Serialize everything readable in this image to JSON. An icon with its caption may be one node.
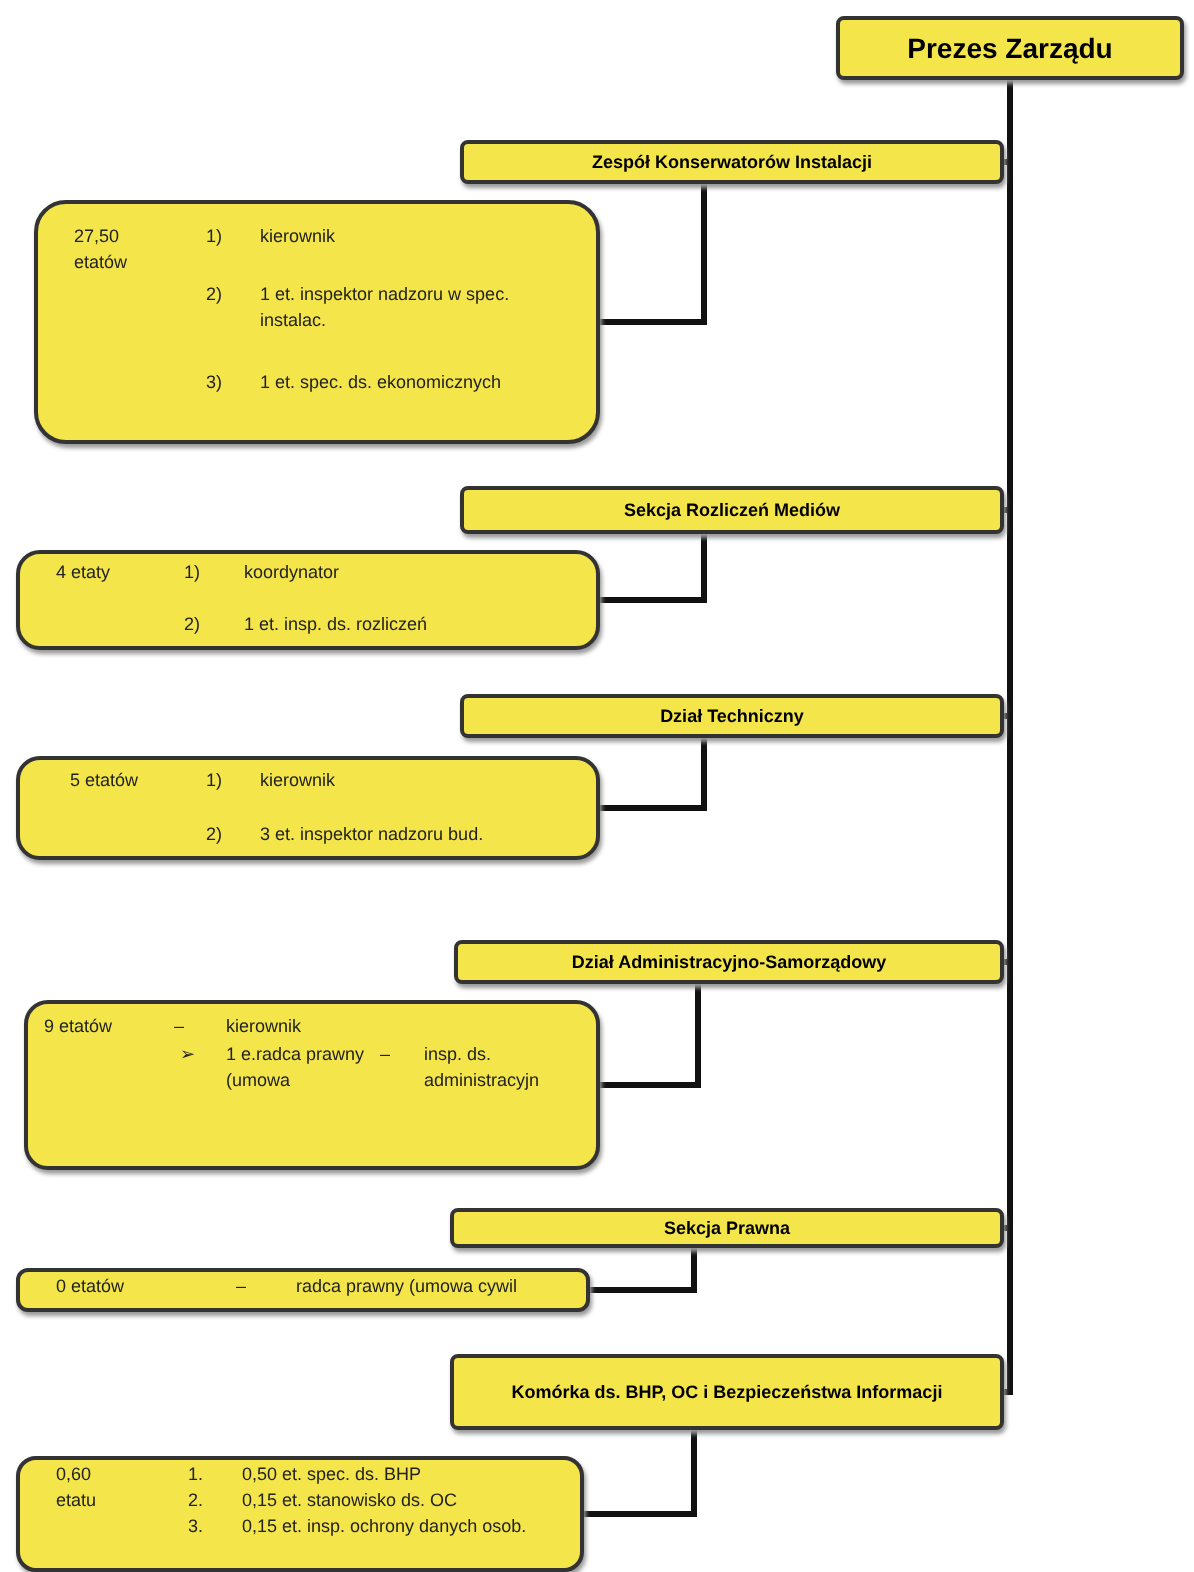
{
  "diagram": {
    "nodes": [
      {
        "text": [
          "Prezes Zarządu"
        ]
      },
      {
        "text": [
          "Zespół Konserwatorów Instalacji"
        ]
      },
      {
        "text": [
          "27,50 etatów",
          "1)",
          "kierownik",
          "2)",
          "1 et. inspektor nadzoru w spec. instalac.",
          "3)",
          "1 et. spec. ds. ekonomicznych"
        ]
      },
      {
        "text": [
          "Sekcja Rozliczeń Mediów"
        ]
      },
      {
        "text": [
          "4 etaty",
          "1)",
          "koordynator",
          "2)",
          "1 et. insp. ds. rozliczeń"
        ]
      },
      {
        "text": [
          "Dział Techniczny"
        ]
      },
      {
        "text": [
          "5 etatów",
          "1)",
          "kierownik",
          "2)",
          "3 et. inspektor nadzoru bud."
        ]
      },
      {
        "text": [
          "Dział Administracyjno-Samorządowy"
        ]
      },
      {
        "text": [
          "9 etatów",
          "–",
          "kierownik",
          "➢",
          "1 e.radca prawny (umowa",
          "–",
          "insp. ds. administracyjn"
        ]
      },
      {
        "text": [
          "Sekcja Prawna"
        ]
      },
      {
        "text": [
          "0 etatów",
          "–",
          "radca prawny (umowa cywil"
        ]
      },
      {
        "text": [
          "Komórka ds. BHP, OC i Bezpieczeństwa Informacji"
        ]
      },
      {
        "text": [
          "0,60 etatu",
          "1.",
          "0,50 et. spec. ds. BHP",
          "2.",
          "0,15 et. stanowisko ds. OC",
          "3.",
          "0,15 et. insp. ochrony danych osob."
        ]
      }
    ],
    "edges": [
      {
        "from": 0,
        "to": 1,
        "arrow": "none"
      },
      {
        "from": 0,
        "to": 3,
        "arrow": "none"
      },
      {
        "from": 0,
        "to": 5,
        "arrow": "none"
      },
      {
        "from": 0,
        "to": 7,
        "arrow": "none"
      },
      {
        "from": 0,
        "to": 9,
        "arrow": "none"
      },
      {
        "from": 0,
        "to": 11,
        "arrow": "none"
      },
      {
        "from": 1,
        "to": 2,
        "arrow": "none"
      },
      {
        "from": 3,
        "to": 4,
        "arrow": "none"
      },
      {
        "from": 5,
        "to": 6,
        "arrow": "none"
      },
      {
        "from": 7,
        "to": 8,
        "arrow": "none"
      },
      {
        "from": 9,
        "to": 10,
        "arrow": "none"
      },
      {
        "from": 11,
        "to": 12,
        "arrow": "none"
      }
    ]
  }
}
